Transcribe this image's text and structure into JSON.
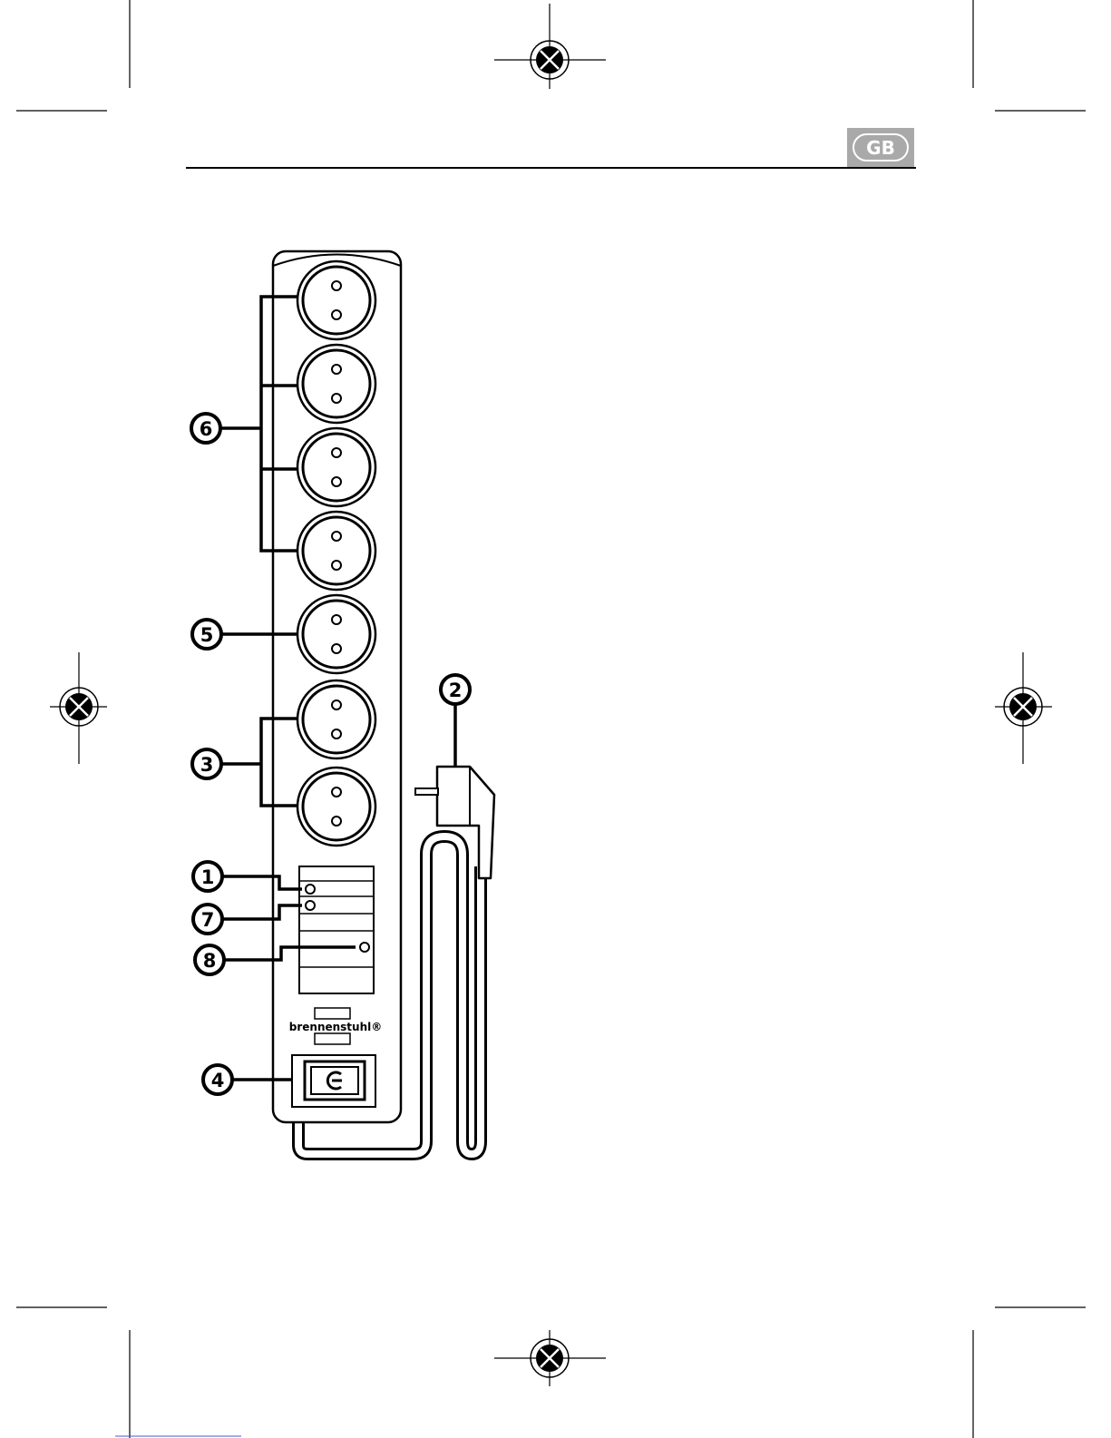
{
  "header": {
    "language_badge": "GB"
  },
  "diagram": {
    "brand": "brennenstuhl®",
    "callouts": [
      {
        "id": "callout-1",
        "label": "1"
      },
      {
        "id": "callout-2",
        "label": "2"
      },
      {
        "id": "callout-3",
        "label": "3"
      },
      {
        "id": "callout-4",
        "label": "4"
      },
      {
        "id": "callout-5",
        "label": "5"
      },
      {
        "id": "callout-6",
        "label": "6"
      },
      {
        "id": "callout-7",
        "label": "7"
      },
      {
        "id": "callout-8",
        "label": "8"
      }
    ]
  },
  "colors": {
    "ink": "#000000",
    "badge": "#a9a9a9",
    "paper": "#ffffff"
  }
}
